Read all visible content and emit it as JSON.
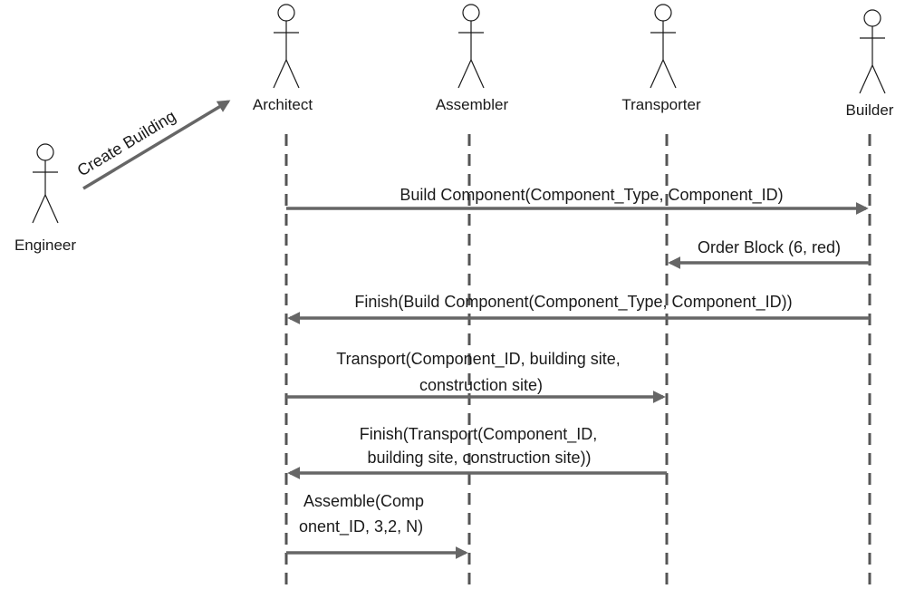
{
  "actors": {
    "engineer": "Engineer",
    "architect": "Architect",
    "assembler": "Assembler",
    "transporter": "Transporter",
    "builder": "Builder"
  },
  "trigger": {
    "label": "Create Building",
    "from": "Engineer",
    "to": "Architect"
  },
  "messages": [
    {
      "from": "Architect",
      "to": "Builder",
      "lines": [
        "Build Component(Component_Type, Component_ID)"
      ]
    },
    {
      "from": "Builder",
      "to": "Transporter",
      "lines": [
        "Order Block (6, red)"
      ]
    },
    {
      "from": "Builder",
      "to": "Architect",
      "lines": [
        "Finish(Build Component(Component_Type, Component_ID))"
      ]
    },
    {
      "from": "Architect",
      "to": "Transporter",
      "lines": [
        "Transport(Component_ID, building site,",
        "construction site)"
      ]
    },
    {
      "from": "Transporter",
      "to": "Architect",
      "lines": [
        "Finish(Transport(Component_ID,",
        "building site, construction site))"
      ]
    },
    {
      "from": "Architect",
      "to": "Assembler",
      "lines": [
        "Assemble(Comp",
        "onent_ID, 3,2, N)"
      ]
    }
  ],
  "colors": {
    "arrow": "#666666",
    "lifeline": "#555555",
    "text": "#1a1a1a"
  }
}
